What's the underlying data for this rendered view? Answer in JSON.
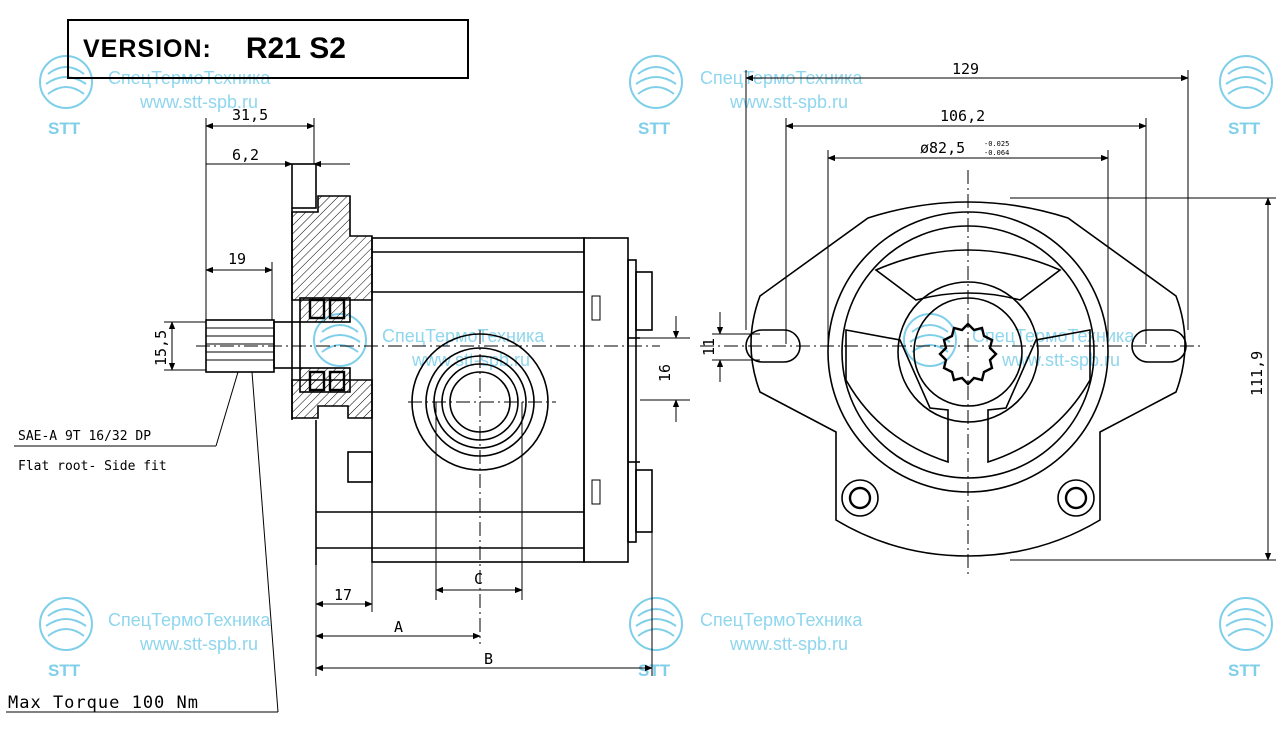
{
  "version": {
    "label": "VERSION:",
    "value": "R21 S2"
  },
  "dimensions": {
    "d_31_5": "31,5",
    "d_6_2": "6,2",
    "d_19": "19",
    "d_15_5": "15,5",
    "d_17": "17",
    "d_A": "A",
    "d_B": "B",
    "d_C": "C",
    "d_16": "16",
    "d_11": "11",
    "d_129": "129",
    "d_106_2": "106,2",
    "d_82_5": "ø82,5",
    "tol_upper": "-0.025",
    "tol_lower": "-0.064",
    "d_111_9": "111,9"
  },
  "notes": {
    "shaft_spec": "SAE-A 9T 16/32 DP",
    "shaft_fit": "Flat root- Side fit",
    "torque": "Max Torque 100 Nm"
  },
  "watermark": {
    "company": "СпецТермоТехника",
    "site": "www.stt-spb.ru",
    "logo_text": "STT",
    "color": "#8fd6ee"
  }
}
